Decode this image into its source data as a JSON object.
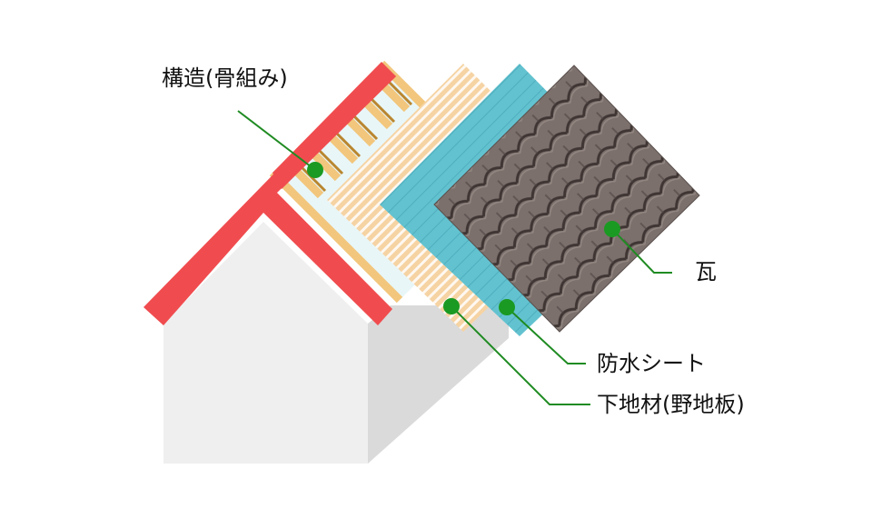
{
  "labels": {
    "structure": "構造(骨組み)",
    "tile": "瓦",
    "waterproof_sheet": "防水シート",
    "base_board": "下地材(野地板)"
  },
  "colors": {
    "roof_edge": "#f04c4f",
    "house_front": "#efefef",
    "house_side": "#dadada",
    "rafter_light": "#f2c67c",
    "rafter_dark": "#b9862f",
    "insulation": "#e8f6f8",
    "base_board": "#f6d3a3",
    "base_board_stripe": "#ffffff",
    "waterproof_sheet": "#63c2d0",
    "tile": "#7c706c",
    "tile_shadow": "#3f3634",
    "leader": "#1f8b22",
    "dot": "#1a9a22"
  }
}
